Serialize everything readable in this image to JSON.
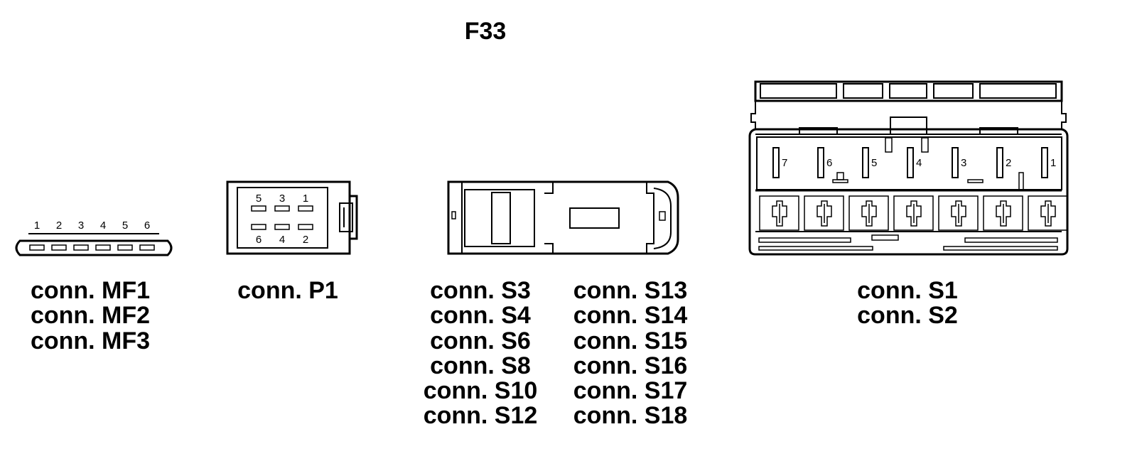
{
  "title": "F33",
  "connectors": {
    "mf": {
      "pin_labels": [
        "1",
        "2",
        "3",
        "4",
        "5",
        "6"
      ],
      "labels": [
        "conn. MF1",
        "conn. MF2",
        "conn. MF3"
      ]
    },
    "p1": {
      "pin_labels_top": [
        "5",
        "3",
        "1"
      ],
      "pin_labels_bottom": [
        "6",
        "4",
        "2"
      ],
      "labels": [
        "conn. P1"
      ]
    },
    "s_group": {
      "labels_left": [
        "conn. S3",
        "conn. S4",
        "conn. S6",
        "conn. S8",
        "conn. S10",
        "conn. S12"
      ],
      "labels_right": [
        "conn. S13",
        "conn. S14",
        "conn. S15",
        "conn. S16",
        "conn. S17",
        "conn. S18"
      ]
    },
    "s12": {
      "pin_labels": [
        "7",
        "6",
        "5",
        "4",
        "3",
        "2",
        "1"
      ],
      "labels": [
        "conn. S1",
        "conn. S2"
      ]
    }
  }
}
